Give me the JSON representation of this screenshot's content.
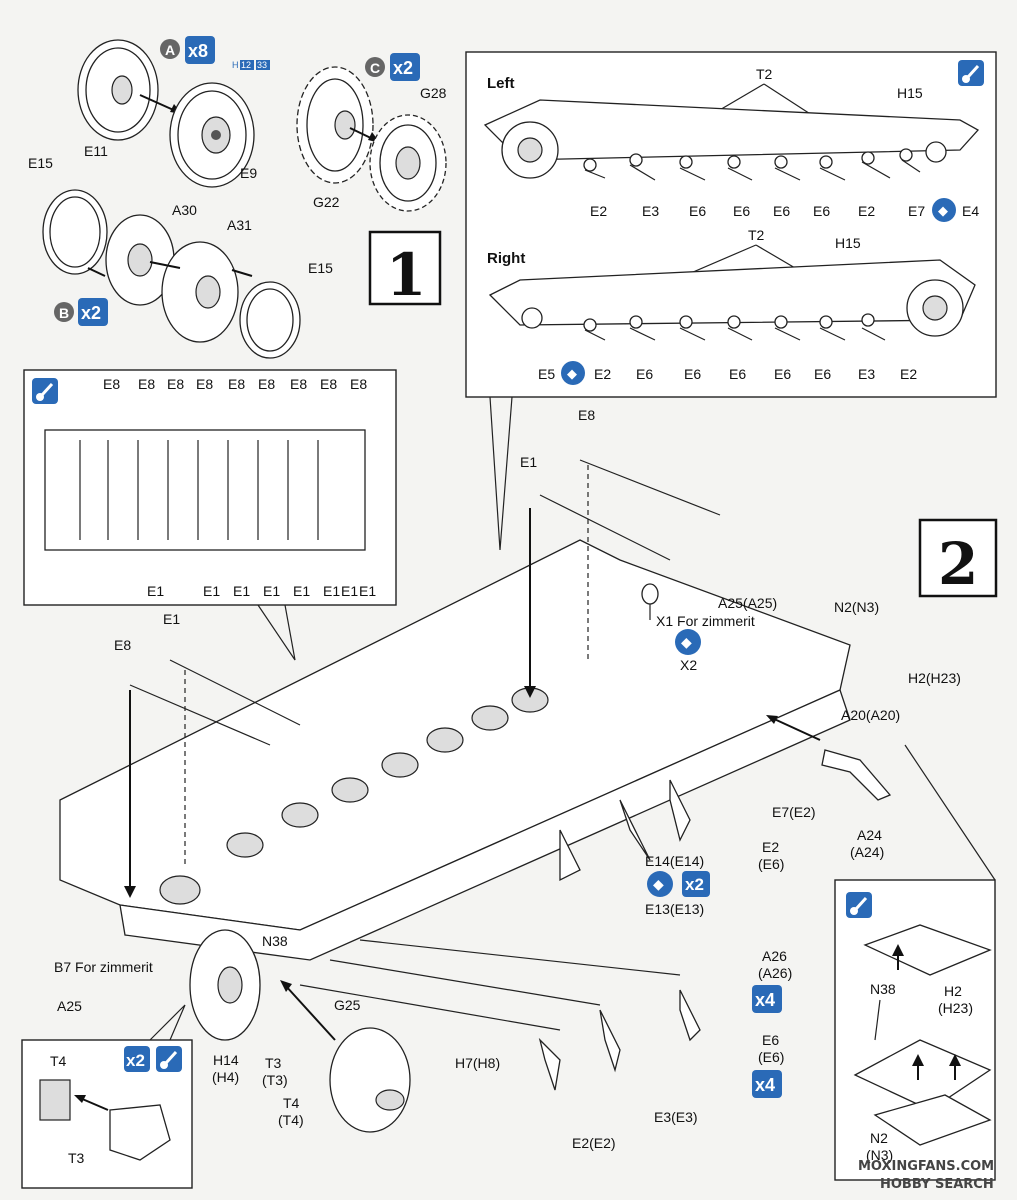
{
  "step1": {
    "number": "1",
    "sub_a": {
      "letter": "A",
      "count": "x8",
      "ref_h": "H",
      "ref_n1": "12",
      "ref_n2": "33"
    },
    "sub_b": {
      "letter": "B",
      "count": "x2"
    },
    "sub_c": {
      "letter": "C",
      "count": "x2"
    },
    "parts": {
      "e11": "E11",
      "e9": "E9",
      "e15a": "E15",
      "e15b": "E15",
      "a30": "A30",
      "a31": "A31",
      "g28": "G28",
      "g22": "G22"
    }
  },
  "step2": {
    "number": "2",
    "labels": {
      "e8_top": "E8",
      "e1_top": "E1",
      "a25a25": "A25(A25)",
      "x1": "X1 For zimmerit",
      "x2": "X2",
      "n2n3": "N2(N3)",
      "h2h23": "H2(H23)",
      "a20a20": "A20(A20)",
      "a24a": "A24",
      "a24b": "(A24)",
      "e7e2": "E7(E2)",
      "e2": "E2",
      "e6": "(E6)",
      "e14e14": "E14(E14)",
      "e13e13": "E13(E13)",
      "e8_left": "E8",
      "e1_left": "E1",
      "n38": "N38",
      "g25": "G25",
      "b7": "B7 For zimmerit",
      "a25": "A25",
      "h14": "H14",
      "h4": "(H4)",
      "t3": "T3",
      "t3b": "(T3)",
      "t4": "T4",
      "t4b": "(T4)",
      "h7h8": "H7(H8)",
      "a26": "A26",
      "a26b": "(A26)",
      "e6r": "E6",
      "e6rb": "(E6)",
      "e3e3": "E3(E3)",
      "e2e2": "E2(E2)",
      "x2_count": "x2",
      "x4a": "x4",
      "x4b": "x4"
    }
  },
  "inset_left_right": {
    "left_title": "Left",
    "right_title": "Right",
    "left": {
      "t2": "T2",
      "h15": "H15",
      "bottom": [
        "E2",
        "E3",
        "E6",
        "E6",
        "E6",
        "E6",
        "E2",
        "E7"
      ],
      "end": "E4"
    },
    "right": {
      "t2": "T2",
      "h15": "H15",
      "start": "E5",
      "bottom": [
        "E2",
        "E6",
        "E6",
        "E6",
        "E6",
        "E6",
        "E3",
        "E2"
      ]
    }
  },
  "inset_torsion": {
    "top": [
      "E8",
      "E8",
      "E8",
      "E8",
      "E8",
      "E8",
      "E8",
      "E8",
      "E8"
    ],
    "bottom": [
      "E1",
      "E1",
      "E1",
      "E1",
      "E1",
      "E1",
      "E1",
      "E1"
    ]
  },
  "inset_t4": {
    "t4": "T4",
    "t3": "T3",
    "count": "x2"
  },
  "inset_n38": {
    "n38": "N38",
    "h2": "H2",
    "h23": "(H23)",
    "n2": "N2",
    "n3": "(N3)"
  },
  "watermark": {
    "line1": "MOXINGFANS.COM",
    "line2": "HOBBY SEARCH"
  },
  "colors": {
    "badge_blue": "#2a6ab7",
    "badge_gray": "#666666",
    "line": "#222222"
  }
}
